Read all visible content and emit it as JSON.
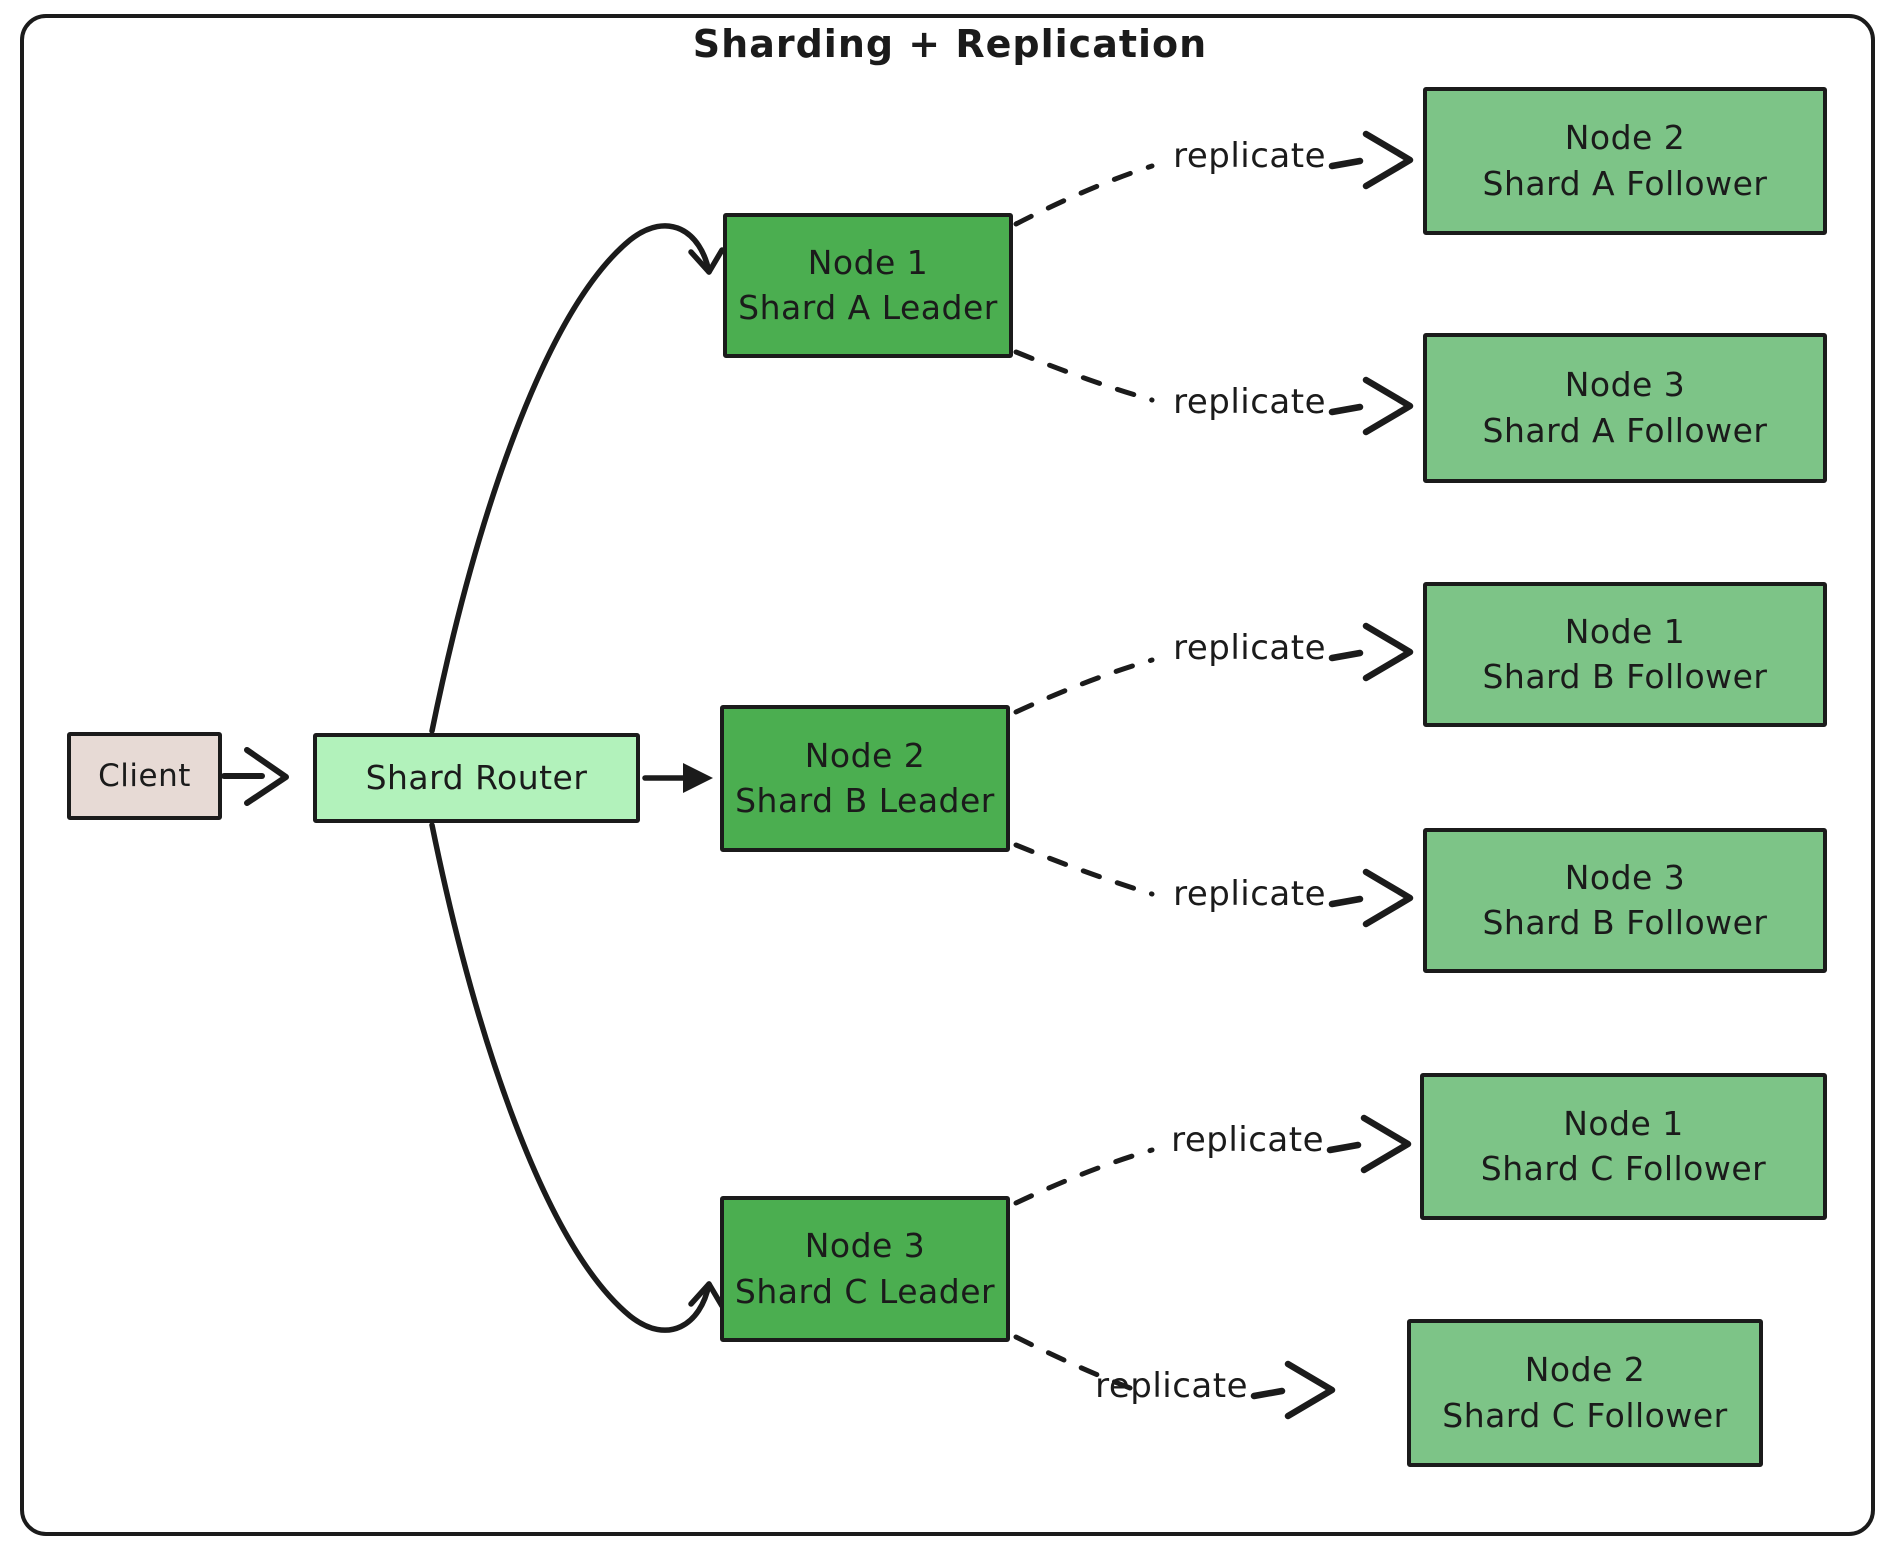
{
  "title": "Sharding + Replication",
  "client": {
    "label": "Client"
  },
  "router": {
    "label": "Shard Router"
  },
  "leaders": [
    {
      "line1": "Node 1",
      "line2": "Shard A Leader"
    },
    {
      "line1": "Node 2",
      "line2": "Shard B Leader"
    },
    {
      "line1": "Node 3",
      "line2": "Shard C Leader"
    }
  ],
  "followers": [
    {
      "line1": "Node 2",
      "line2": "Shard A Follower"
    },
    {
      "line1": "Node 3",
      "line2": "Shard A Follower"
    },
    {
      "line1": "Node 1",
      "line2": "Shard B Follower"
    },
    {
      "line1": "Node 3",
      "line2": "Shard B Follower"
    },
    {
      "line1": "Node 1",
      "line2": "Shard C Follower"
    },
    {
      "line1": "Node 2",
      "line2": "Shard C Follower"
    }
  ],
  "edges": {
    "replicate_label": "replicate"
  },
  "colors": {
    "stroke": "#1b1b1b",
    "client_fill": "#e7dad5",
    "router_fill": "#b2f2bb",
    "leader_fill": "#4bae50",
    "follower_fill": "#7dc487",
    "background": "#ffffff"
  }
}
